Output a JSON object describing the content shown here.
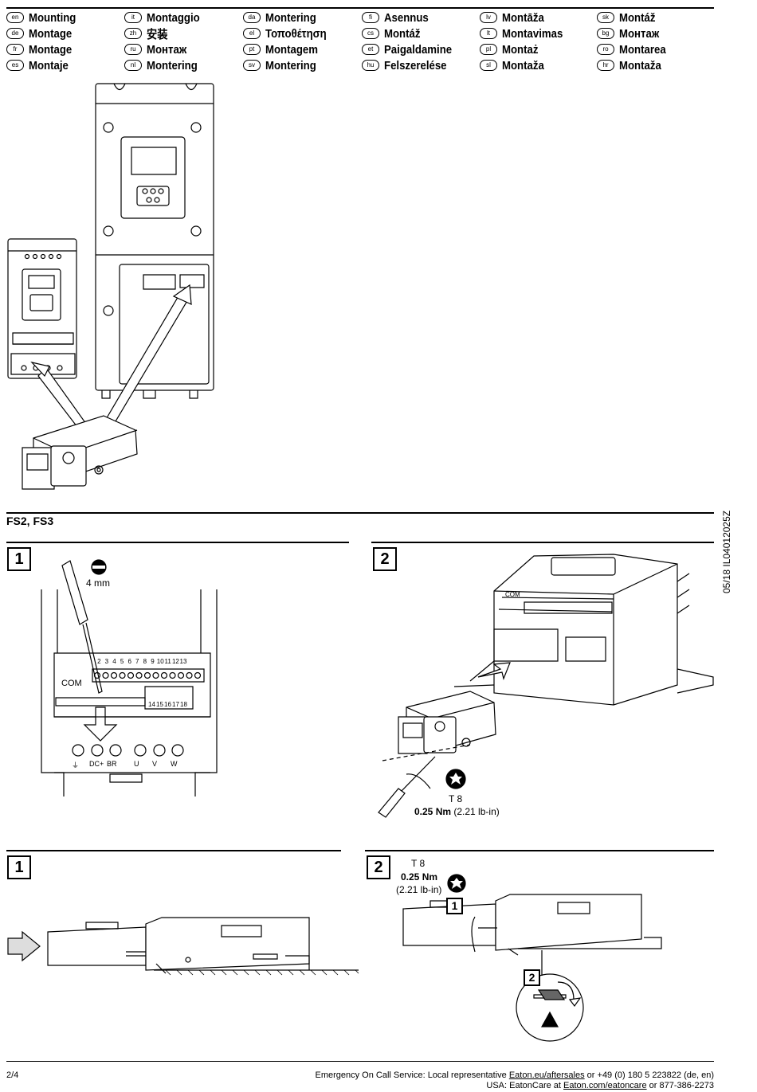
{
  "languages": [
    [
      {
        "code": "en",
        "name": "Mounting"
      },
      {
        "code": "de",
        "name": "Montage"
      },
      {
        "code": "fr",
        "name": "Montage"
      },
      {
        "code": "es",
        "name": "Montaje"
      }
    ],
    [
      {
        "code": "it",
        "name": "Montaggio"
      },
      {
        "code": "zh",
        "name": "安装"
      },
      {
        "code": "ru",
        "name": "Монтаж"
      },
      {
        "code": "nl",
        "name": "Montering"
      }
    ],
    [
      {
        "code": "da",
        "name": "Montering"
      },
      {
        "code": "el",
        "name": "Τοποθέτηση"
      },
      {
        "code": "pt",
        "name": "Montagem"
      },
      {
        "code": "sv",
        "name": "Montering"
      }
    ],
    [
      {
        "code": "fi",
        "name": "Asennus"
      },
      {
        "code": "cs",
        "name": "Montáž"
      },
      {
        "code": "et",
        "name": "Paigaldamine"
      },
      {
        "code": "hu",
        "name": "Felszerelése"
      }
    ],
    [
      {
        "code": "lv",
        "name": "Montāža"
      },
      {
        "code": "lt",
        "name": "Montavimas"
      },
      {
        "code": "pl",
        "name": "Montaż"
      },
      {
        "code": "sl",
        "name": "Montaža"
      }
    ],
    [
      {
        "code": "sk",
        "name": "Montáž"
      },
      {
        "code": "bg",
        "name": "Монтаж"
      },
      {
        "code": "ro",
        "name": "Montarea"
      },
      {
        "code": "hr",
        "name": "Montaža"
      }
    ]
  ],
  "section_title": "FS2, FS3",
  "doc_code": "05/18 IL04012025Z",
  "steps": {
    "s1": "1",
    "s2": "2",
    "s3": "1",
    "s4": "2",
    "sub1": "1",
    "sub2": "2"
  },
  "step1": {
    "tool_size": "4 mm",
    "com": "COM",
    "terminal_numbers": [
      "2",
      "3",
      "4",
      "5",
      "6",
      "7",
      "8",
      "9",
      "10",
      "11",
      "12",
      "13"
    ],
    "lower_terminals": [
      "14",
      "15",
      "16",
      "17",
      "18"
    ],
    "power_labels": [
      "⏚",
      "DC+",
      "BR",
      "U",
      "V",
      "W"
    ]
  },
  "step2": {
    "com": "COM",
    "torx": "T 8",
    "torque": "0.25 Nm",
    "torque_imperial": "(2.21 lb-in)"
  },
  "step4": {
    "torx": "T 8",
    "torque": "0.25 Nm",
    "torque_imperial": "(2.21 lb-in)"
  },
  "footer": {
    "page": "2/4",
    "line1_prefix": "Emergency On Call Service: Local representative ",
    "line1_link": "Eaton.eu/aftersales",
    "line1_suffix": " or +49 (0) 180 5 223822 (de, en)",
    "line2_prefix": "USA: EatonCare at ",
    "line2_link": "Eaton.com/eatoncare",
    "line2_suffix": " or 877-386-2273"
  }
}
